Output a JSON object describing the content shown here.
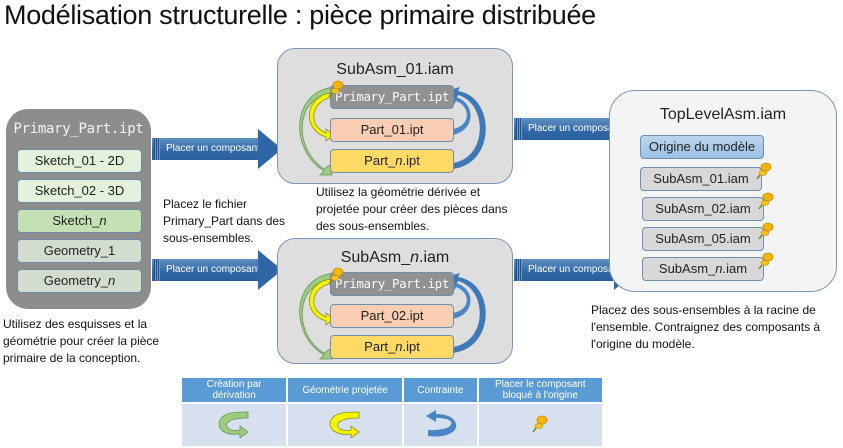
{
  "title": "Modélisation structurelle : pièce primaire distribuée",
  "primary_part": {
    "title": "Primary_Part.ipt",
    "items": [
      {
        "label": "Sketch_01 - 2D",
        "style": "light"
      },
      {
        "label": "Sketch_02 - 3D",
        "style": "light"
      },
      {
        "label": "Sketch_",
        "italic": "n",
        "style": "mid"
      },
      {
        "label": "Geometry_1",
        "style": "geo"
      },
      {
        "label": "Geometry_",
        "italic": "n",
        "style": "geo"
      }
    ],
    "description": "Utilisez des esquisses et la géométrie pour créer la pièce primaire de la conception."
  },
  "arrows": {
    "place_component": "Placer un composant"
  },
  "middle_note": "Placez le fichier Primary_Part dans des sous-ensembles.",
  "subassemblies": [
    {
      "title_prefix": "SubAsm_01.iam",
      "title_italic": "",
      "title_suffix": "",
      "primary": "Primary_Part.ipt",
      "part": "Part_01.ipt",
      "partn_prefix": "Part_",
      "partn_italic": "n",
      "partn_suffix": ".ipt"
    },
    {
      "title_prefix": "SubAsm_",
      "title_italic": "n",
      "title_suffix": ".iam",
      "primary": "Primary_Part.ipt",
      "part": "Part_02.ipt",
      "partn_prefix": "Part_",
      "partn_italic": "n",
      "partn_suffix": ".ipt"
    }
  ],
  "sub_description": "Utilisez la géométrie dérivée et projetée pour créer des pièces dans des sous-ensembles.",
  "top_level": {
    "title": "TopLevelAsm.iam",
    "origin": "Origine du modèle",
    "items": [
      {
        "prefix": "SubAsm_01.iam",
        "italic": "",
        "suffix": ""
      },
      {
        "prefix": "SubAsm_02.iam",
        "italic": "",
        "suffix": ""
      },
      {
        "prefix": "SubAsm_05.iam",
        "italic": "",
        "suffix": ""
      },
      {
        "prefix": "SubAsm_",
        "italic": "n",
        "suffix": ".iam"
      }
    ],
    "description": "Placez des sous-ensembles à la racine de l'ensemble. Contraignez des composants à l'origine du modèle."
  },
  "legend": {
    "headers": [
      "Création par dérivation",
      "Géométrie projetée",
      "Contrainte",
      "Placer le composant bloqué à l'origine"
    ],
    "icons": [
      "derive-arrow-icon",
      "projected-arrow-icon",
      "constraint-arrow-icon",
      "pushpin-icon"
    ]
  },
  "colors": {
    "derive": "#9ccc7c",
    "projected": "#f5f500",
    "constraint": "#4a86c5",
    "pin": "#f7b500",
    "arrow_blue": "#2f67a6"
  }
}
